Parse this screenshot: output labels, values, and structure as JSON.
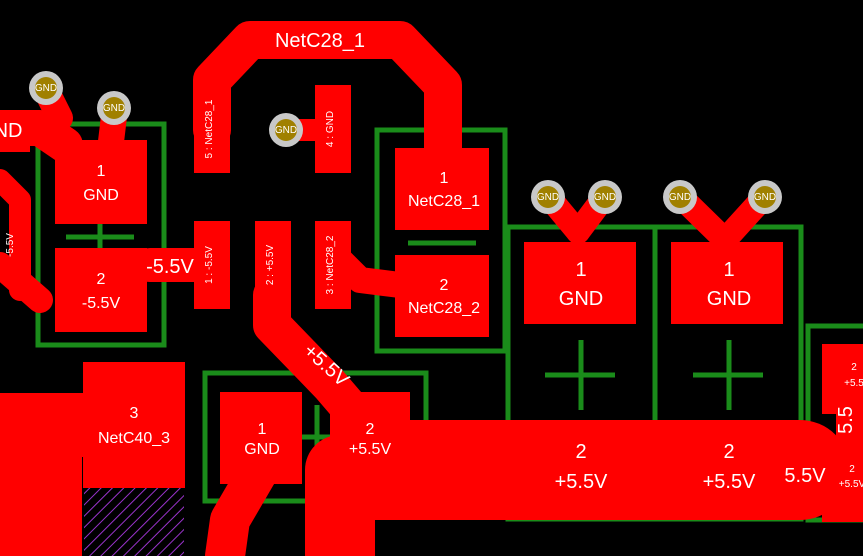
{
  "colors": {
    "background": "#000000",
    "copper": "#ff0000",
    "silkscreen": "#1a8c1a",
    "via_ring": "#c8c8c8",
    "via_hole": "#a08000",
    "hatch": "#9933cc"
  },
  "nets": {
    "netc28_1_trace": "NetC28_1",
    "minus_5v5_trace": "-5.5V",
    "plus_5v5_trace": "+5.5V",
    "bus_5v5_label": "5.5V",
    "left_gnd_fragment": "ND",
    "right_edge_fragment": "5.5"
  },
  "vias": {
    "label": "GND"
  },
  "ic_pins": {
    "pin5": "5 : NetC28_1",
    "pin4": "4 : GND",
    "pin1": "1 : -5.5V",
    "pin2": "2 : +5.5V",
    "pin3": "3 : NetC28_2",
    "left_edge": "-5.5V"
  },
  "pads": {
    "c_left_1_num": "1",
    "c_left_1_net": "GND",
    "c_left_2_num": "2",
    "c_left_2_net": "-5.5V",
    "c28_1_num": "1",
    "c28_1_net": "NetC28_1",
    "c28_2_num": "2",
    "c28_2_net": "NetC28_2",
    "c_mid_1_num": "1",
    "c_mid_1_net": "GND",
    "c_mid_2_num": "2",
    "c_mid_2_net": "+5.5V",
    "c_right_1_num": "1",
    "c_right_1_net": "GND",
    "c_right_2_num": "2",
    "c_right_2_net": "+5.5V",
    "c_bot_1_num": "1",
    "c_bot_1_net": "GND",
    "c_bot_2_num": "2",
    "c_bot_2_net": "+5.5V",
    "netc40_num": "3",
    "netc40_net": "NetC40_3",
    "edge_2_top_num": "2",
    "edge_2_top_net": "+5.5",
    "edge_2_bot_num": "2",
    "edge_2_bot_net": "+5.5V"
  }
}
